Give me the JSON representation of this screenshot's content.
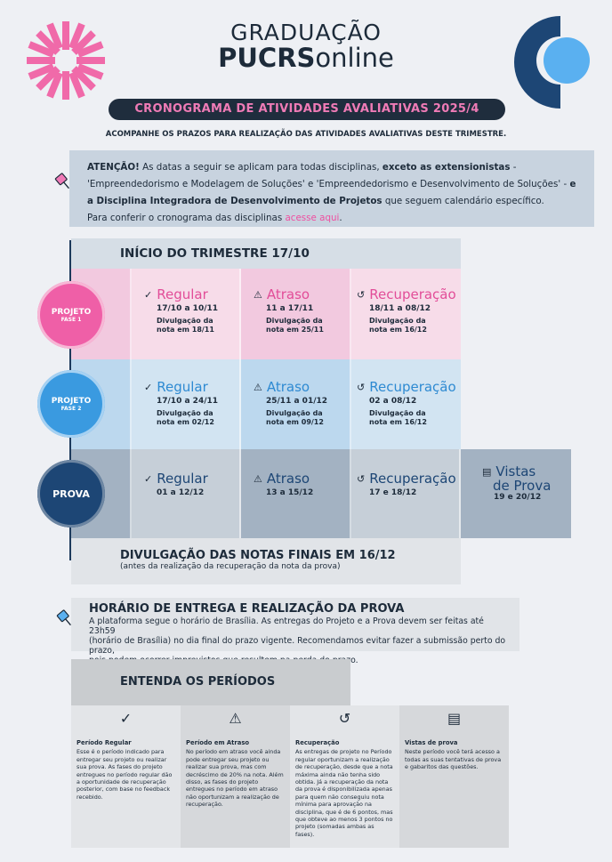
{
  "header": {
    "logo_top": "GRADUAÇÃO",
    "logo_bold": "PUCRS",
    "logo_light": "online",
    "banner": "CRONOGRAMA DE ATIVIDADES AVALIATIVAS 2025/4",
    "subtitle": "ACOMPANHE OS PRAZOS PARA REALIZAÇÃO DAS ATIVIDADES AVALIATIVAS DESTE TRIMESTRE."
  },
  "attention": {
    "label": "ATENÇÃO!",
    "text1": " As datas a seguir se aplicam para todas disciplinas, ",
    "bold1": "exceto as extensionistas",
    "text2": " - 'Empreendedorismo e Modelagem de Soluções' e 'Empreendedorismo e Desenvolvimento de Soluções' - ",
    "bold2": "e a Disciplina Integradora de Desenvolvimento de Projetos",
    "text3": " que seguem calendário específico.",
    "text4": "Para conferir o cronograma das disciplinas ",
    "link": "acesse aqui",
    "text5": "."
  },
  "start": "INÍCIO DO TRIMESTRE 17/10",
  "rows": [
    {
      "circle_l1": "PROJETO",
      "circle_l2": "FASE 1",
      "color": "#ef5fa7",
      "cells": [
        {
          "title": "Regular",
          "dates": "17/10 a 10/11",
          "note1": "Divulgação da",
          "note2": "nota em 18/11"
        },
        {
          "title": "Atraso",
          "dates": "11 a 17/11",
          "note1": "Divulgação da",
          "note2": "nota em 25/11"
        },
        {
          "title": "Recuperação",
          "dates": "18/11 a 08/12",
          "note1": "Divulgação da",
          "note2": "nota em 16/12"
        }
      ]
    },
    {
      "circle_l1": "PROJETO",
      "circle_l2": "FASE 2",
      "color": "#3a9ae0",
      "cells": [
        {
          "title": "Regular",
          "dates": "17/10 a 24/11",
          "note1": "Divulgação da",
          "note2": "nota em 02/12"
        },
        {
          "title": "Atraso",
          "dates": "25/11 a 01/12",
          "note1": "Divulgação da",
          "note2": "nota em 09/12"
        },
        {
          "title": "Recuperação",
          "dates": "02 a 08/12",
          "note1": "Divulgação da",
          "note2": "nota em 16/12"
        }
      ]
    },
    {
      "circle_l1": "PROVA",
      "circle_l2": "",
      "color": "#1d4675",
      "cells": [
        {
          "title": "Regular",
          "dates": "01 a 12/12"
        },
        {
          "title": "Atraso",
          "dates": "13 a 15/12"
        },
        {
          "title": "Recuperação",
          "dates": "17 e 18/12"
        }
      ],
      "vistas": {
        "title1": "Vistas",
        "title2": "de Prova",
        "dates": "19 e 20/12"
      }
    }
  ],
  "final": {
    "title": "DIVULGAÇÃO DAS NOTAS FINAIS EM 16/12",
    "sub": "(antes da realização da recuperação da nota da prova)"
  },
  "horario": {
    "title": "HORÁRIO DE ENTREGA E REALIZAÇÃO DA PROVA",
    "line1": "A plataforma segue o horário de Brasília. As entregas do Projeto e a Prova devem ser feitas até 23h59",
    "line2": "(horário de Brasília) no dia final do prazo vigente. Recomendamos evitar fazer a submissão perto do prazo,",
    "line3": "pois podem ocorrer imprevistos que resultem na perda do prazo."
  },
  "entenda": "ENTENDA OS PERÍODOS",
  "periods": [
    {
      "icon": "check-circle-icon",
      "title": "Período Regular",
      "text": "Esse é o período indicado para entregar seu projeto ou realizar sua prova. As fases do projeto entregues no período regular dão a oportunidade de recuperação posterior, com base no feedback recebido."
    },
    {
      "icon": "warning-triangle-icon",
      "title": "Período em Atraso",
      "text": "No período em atraso você ainda pode entregar seu projeto ou realizar sua prova, mas com decréscimo de 20% na nota. Além disso, as fases do projeto entregues no período em atraso não oportunizam a realização de recuperação."
    },
    {
      "icon": "history-icon",
      "title": "Recuperação",
      "text": "As entregas de projeto no Período regular oportunizam a realização de recuperação, desde que a nota máxima ainda não tenha sido obtida. Já a recuperação da nota da prova é disponibilizada apenas para quem não conseguiu nota mínima para aprovação na disciplina, que é de 6 pontos, mas que obteve ao menos 3 pontos no projeto (somadas ambas as fases)."
    },
    {
      "icon": "document-list-icon",
      "title": "Vistas de prova",
      "text": "Neste período você terá acesso a todas as suas tentativas de prova e gabaritos das questões."
    }
  ],
  "colors": {
    "pink": "#ef5fa7",
    "light_blue": "#3a9ae0",
    "navy": "#1d4675",
    "dark": "#1f2d3d"
  }
}
